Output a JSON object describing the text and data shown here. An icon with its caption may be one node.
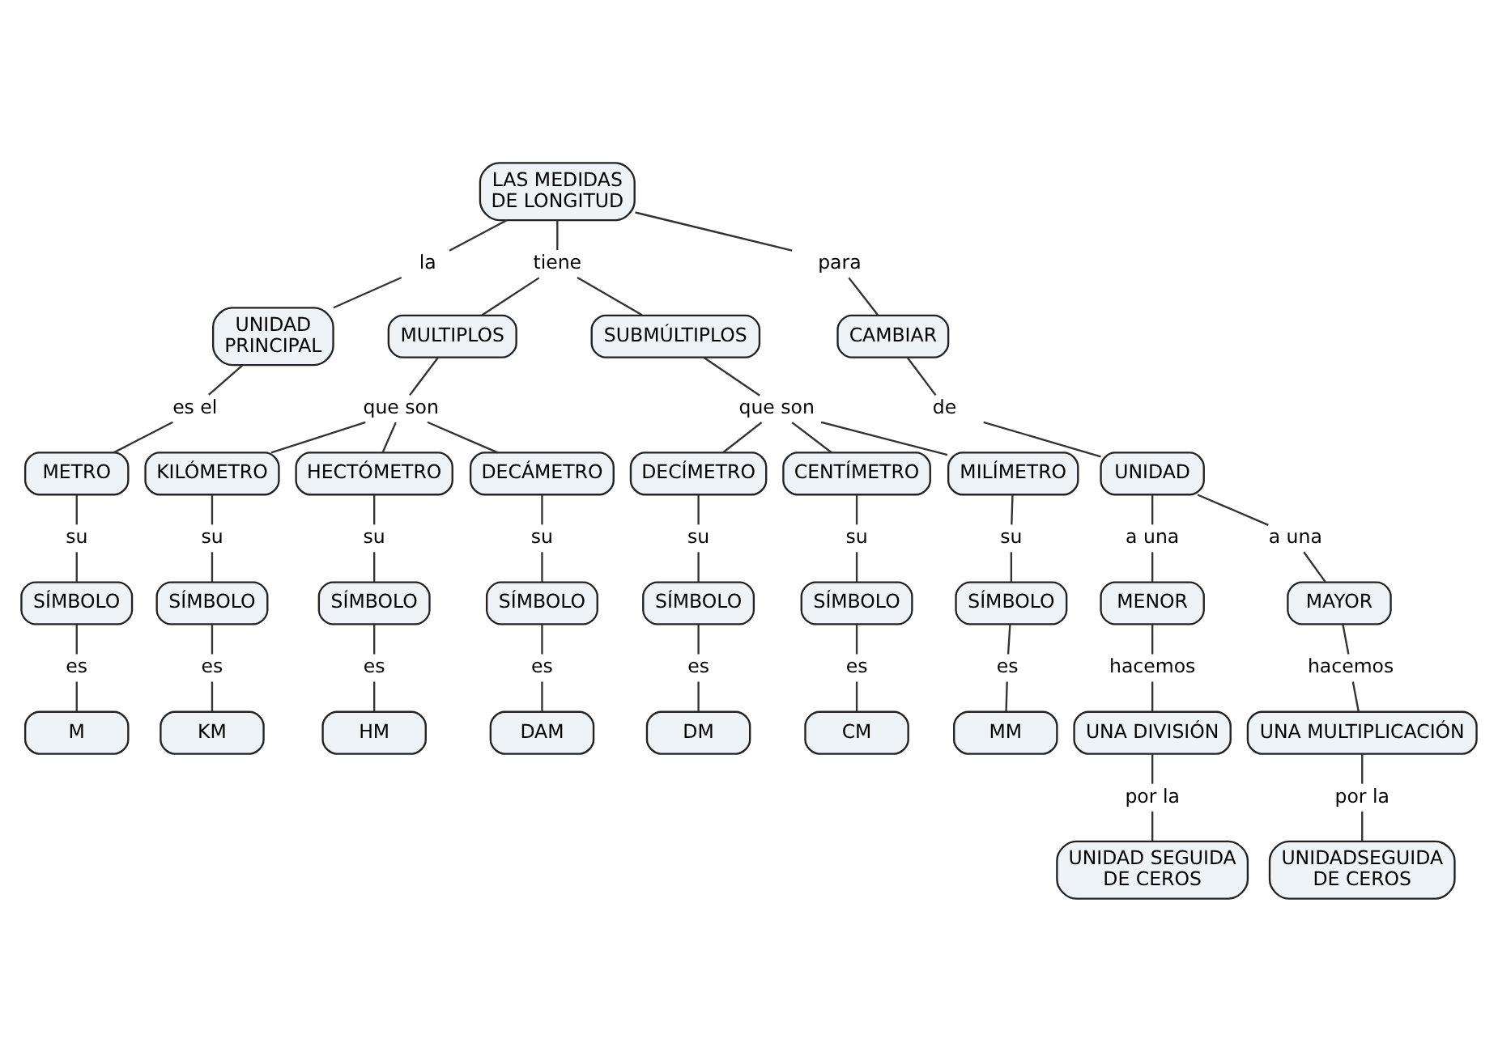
{
  "diagram": {
    "nodes": [
      {
        "text": [
          "LAS MEDIDAS DE LONGITUD"
        ]
      },
      {
        "text": [
          "la"
        ]
      },
      {
        "text": [
          "tiene"
        ]
      },
      {
        "text": [
          "para"
        ]
      },
      {
        "text": [
          "UNIDAD PRINCIPAL"
        ]
      },
      {
        "text": [
          "MULTIPLOS"
        ]
      },
      {
        "text": [
          "SUBMÚLTIPLOS"
        ]
      },
      {
        "text": [
          "CAMBIAR"
        ]
      },
      {
        "text": [
          "es el"
        ]
      },
      {
        "text": [
          "que son"
        ]
      },
      {
        "text": [
          "que son"
        ]
      },
      {
        "text": [
          "de"
        ]
      },
      {
        "text": [
          "METRO"
        ]
      },
      {
        "text": [
          "KILÓMETRO"
        ]
      },
      {
        "text": [
          "HECTÓMETRO"
        ]
      },
      {
        "text": [
          "DECÁMETRO"
        ]
      },
      {
        "text": [
          "DECÍMETRO"
        ]
      },
      {
        "text": [
          "CENTÍMETRO"
        ]
      },
      {
        "text": [
          "MILÍMETRO"
        ]
      },
      {
        "text": [
          "UNIDAD"
        ]
      },
      {
        "text": [
          "su"
        ]
      },
      {
        "text": [
          "su"
        ]
      },
      {
        "text": [
          "su"
        ]
      },
      {
        "text": [
          "su"
        ]
      },
      {
        "text": [
          "su"
        ]
      },
      {
        "text": [
          "su"
        ]
      },
      {
        "text": [
          "su"
        ]
      },
      {
        "text": [
          "a una"
        ]
      },
      {
        "text": [
          "a una"
        ]
      },
      {
        "text": [
          "SÍMBOLO"
        ]
      },
      {
        "text": [
          "SÍMBOLO"
        ]
      },
      {
        "text": [
          "SÍMBOLO"
        ]
      },
      {
        "text": [
          "SÍMBOLO"
        ]
      },
      {
        "text": [
          "SÍMBOLO"
        ]
      },
      {
        "text": [
          "SÍMBOLO"
        ]
      },
      {
        "text": [
          "SÍMBOLO"
        ]
      },
      {
        "text": [
          "MENOR"
        ]
      },
      {
        "text": [
          "MAYOR"
        ]
      },
      {
        "text": [
          "hacemos"
        ]
      },
      {
        "text": [
          "hacemos"
        ]
      },
      {
        "text": [
          "es"
        ]
      },
      {
        "text": [
          "es"
        ]
      },
      {
        "text": [
          "es"
        ]
      },
      {
        "text": [
          "es"
        ]
      },
      {
        "text": [
          "es"
        ]
      },
      {
        "text": [
          "es"
        ]
      },
      {
        "text": [
          "es"
        ]
      },
      {
        "text": [
          "M"
        ]
      },
      {
        "text": [
          "KM"
        ]
      },
      {
        "text": [
          "HM"
        ]
      },
      {
        "text": [
          "DAM"
        ]
      },
      {
        "text": [
          "DM"
        ]
      },
      {
        "text": [
          "CM"
        ]
      },
      {
        "text": [
          "MM"
        ]
      },
      {
        "text": [
          "UNA DIVISIÓN"
        ]
      },
      {
        "text": [
          "UNA MULTIPLICACIÓN"
        ]
      },
      {
        "text": [
          "por la"
        ]
      },
      {
        "text": [
          "por la"
        ]
      },
      {
        "text": [
          "UNIDAD SEGUIDA DE CEROS"
        ]
      },
      {
        "text": [
          "UNIDADSEGUIDA DE CEROS"
        ]
      }
    ],
    "edges": [
      {
        "from": 0,
        "to": 1,
        "arrow": "none"
      },
      {
        "from": 1,
        "to": 4,
        "arrow": "none"
      },
      {
        "from": 0,
        "to": 2,
        "arrow": "none"
      },
      {
        "from": 2,
        "to": 5,
        "arrow": "none"
      },
      {
        "from": 2,
        "to": 6,
        "arrow": "none"
      },
      {
        "from": 0,
        "to": 3,
        "arrow": "none"
      },
      {
        "from": 3,
        "to": 7,
        "arrow": "none"
      },
      {
        "from": 4,
        "to": 8,
        "arrow": "none"
      },
      {
        "from": 8,
        "to": 12,
        "arrow": "none"
      },
      {
        "from": 5,
        "to": 9,
        "arrow": "none"
      },
      {
        "from": 9,
        "to": 13,
        "arrow": "none"
      },
      {
        "from": 9,
        "to": 14,
        "arrow": "none"
      },
      {
        "from": 9,
        "to": 15,
        "arrow": "none"
      },
      {
        "from": 6,
        "to": 10,
        "arrow": "none"
      },
      {
        "from": 10,
        "to": 16,
        "arrow": "none"
      },
      {
        "from": 10,
        "to": 17,
        "arrow": "none"
      },
      {
        "from": 10,
        "to": 18,
        "arrow": "none"
      },
      {
        "from": 7,
        "to": 11,
        "arrow": "none"
      },
      {
        "from": 11,
        "to": 19,
        "arrow": "none"
      },
      {
        "from": 12,
        "to": 20,
        "arrow": "none"
      },
      {
        "from": 20,
        "to": 29,
        "arrow": "none"
      },
      {
        "from": 13,
        "to": 21,
        "arrow": "none"
      },
      {
        "from": 21,
        "to": 30,
        "arrow": "none"
      },
      {
        "from": 14,
        "to": 22,
        "arrow": "none"
      },
      {
        "from": 22,
        "to": 31,
        "arrow": "none"
      },
      {
        "from": 15,
        "to": 23,
        "arrow": "none"
      },
      {
        "from": 23,
        "to": 32,
        "arrow": "none"
      },
      {
        "from": 16,
        "to": 24,
        "arrow": "none"
      },
      {
        "from": 24,
        "to": 33,
        "arrow": "none"
      },
      {
        "from": 17,
        "to": 25,
        "arrow": "none"
      },
      {
        "from": 25,
        "to": 34,
        "arrow": "none"
      },
      {
        "from": 18,
        "to": 26,
        "arrow": "none"
      },
      {
        "from": 26,
        "to": 35,
        "arrow": "none"
      },
      {
        "from": 19,
        "to": 27,
        "arrow": "none"
      },
      {
        "from": 27,
        "to": 36,
        "arrow": "none"
      },
      {
        "from": 19,
        "to": 28,
        "arrow": "none"
      },
      {
        "from": 28,
        "to": 37,
        "arrow": "none"
      },
      {
        "from": 29,
        "to": 40,
        "arrow": "none"
      },
      {
        "from": 40,
        "to": 47,
        "arrow": "none"
      },
      {
        "from": 30,
        "to": 41,
        "arrow": "none"
      },
      {
        "from": 41,
        "to": 48,
        "arrow": "none"
      },
      {
        "from": 31,
        "to": 42,
        "arrow": "none"
      },
      {
        "from": 42,
        "to": 49,
        "arrow": "none"
      },
      {
        "from": 32,
        "to": 43,
        "arrow": "none"
      },
      {
        "from": 43,
        "to": 50,
        "arrow": "none"
      },
      {
        "from": 33,
        "to": 44,
        "arrow": "none"
      },
      {
        "from": 44,
        "to": 51,
        "arrow": "none"
      },
      {
        "from": 34,
        "to": 45,
        "arrow": "none"
      },
      {
        "from": 45,
        "to": 52,
        "arrow": "none"
      },
      {
        "from": 35,
        "to": 46,
        "arrow": "none"
      },
      {
        "from": 46,
        "to": 53,
        "arrow": "none"
      },
      {
        "from": 36,
        "to": 38,
        "arrow": "none"
      },
      {
        "from": 38,
        "to": 54,
        "arrow": "none"
      },
      {
        "from": 37,
        "to": 39,
        "arrow": "none"
      },
      {
        "from": 39,
        "to": 55,
        "arrow": "none"
      },
      {
        "from": 54,
        "to": 56,
        "arrow": "none"
      },
      {
        "from": 56,
        "to": 58,
        "arrow": "none"
      },
      {
        "from": 55,
        "to": 57,
        "arrow": "none"
      },
      {
        "from": 57,
        "to": 59,
        "arrow": "none"
      }
    ]
  }
}
